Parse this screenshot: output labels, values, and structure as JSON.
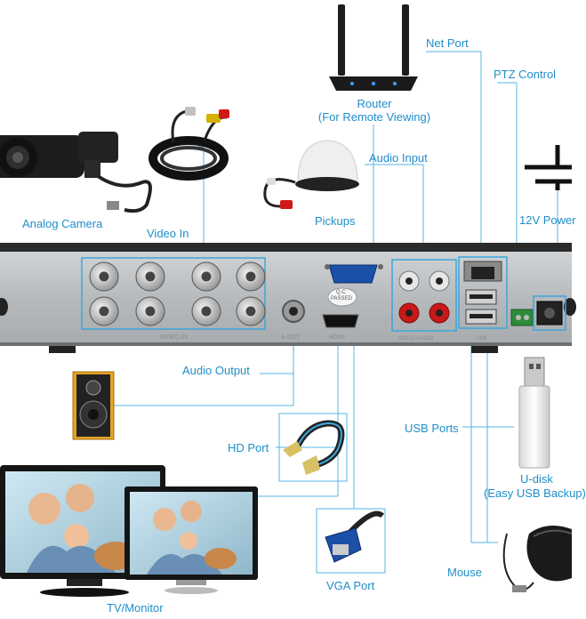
{
  "labels": {
    "net_port": "Net Port",
    "ptz_control": "PTZ Control",
    "router": "Router",
    "router_sub": "(For Remote Viewing)",
    "audio_input": "Audio Input",
    "pickups": "Pickups",
    "analog_camera": "Analog Camera",
    "video_in": "Video In",
    "power_12v": "12V Power",
    "audio_output": "Audio Output",
    "hd_port": "HD Port",
    "usb_ports": "USB Ports",
    "u_disk": "U-disk",
    "u_disk_sub": "(Easy USB Backup)",
    "vga_port": "VGA Port",
    "mouse": "Mouse",
    "tv_monitor": "TV/Monitor"
  },
  "panel": {
    "video_in_text": "VIDEO IN",
    "a_out_text": "A-OUT",
    "hdmi_text": "HDMI",
    "qc_line1": "Q.C",
    "qc_line2": "PASSED",
    "audio_text": "VIDEO  AUDIO",
    "usb_text": "USB"
  },
  "colors": {
    "label": "#1f8ec9",
    "leader": "#55b4e4",
    "chassis": "#b9bdc0",
    "chassis_dark": "#2b2b2b"
  }
}
